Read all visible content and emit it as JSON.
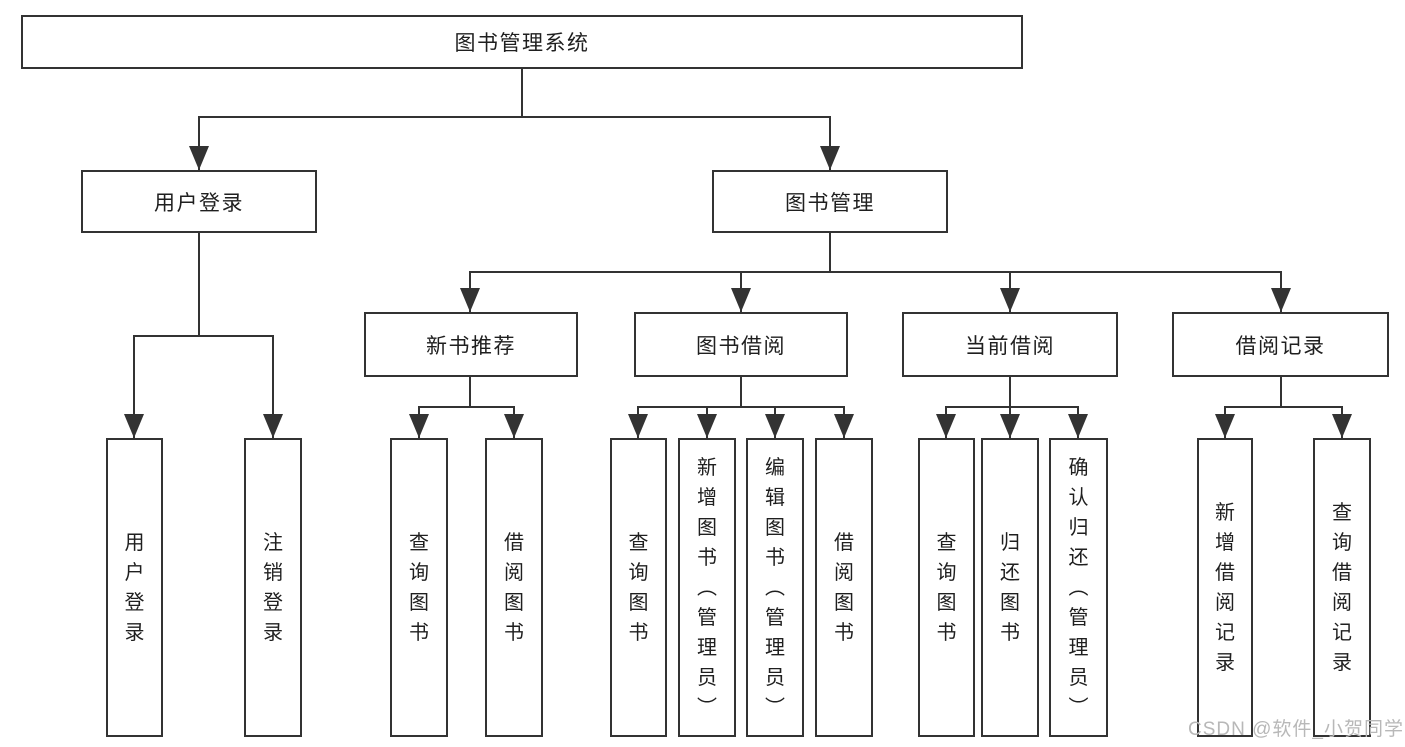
{
  "diagram_title": "图书管理系统",
  "nodes": {
    "root": "图书管理系统",
    "userLogin": "用户登录",
    "bookManagement": "图书管理",
    "newBookRecommend": "新书推荐",
    "bookBorrow": "图书借阅",
    "currentBorrow": "当前借阅",
    "borrowRecords": "借阅记录",
    "leaves": {
      "userLogin": [
        "用户登录",
        "注销登录"
      ],
      "newBookRecommend": [
        "查询图书",
        "借阅图书"
      ],
      "bookBorrow": [
        "查询图书",
        "新增图书（管理员）",
        "编辑图书（管理员）",
        "借阅图书"
      ],
      "currentBorrow": [
        "查询图书",
        "归还图书",
        "确认归还（管理员）"
      ],
      "borrowRecords": [
        "新增借阅记录",
        "查询借阅记录"
      ]
    }
  },
  "watermark": "CSDN @软件_小贺同学",
  "colors": {
    "line": "#333333",
    "text": "#1f1f1f",
    "watermark": "#b8b8b8",
    "background": "#ffffff"
  }
}
